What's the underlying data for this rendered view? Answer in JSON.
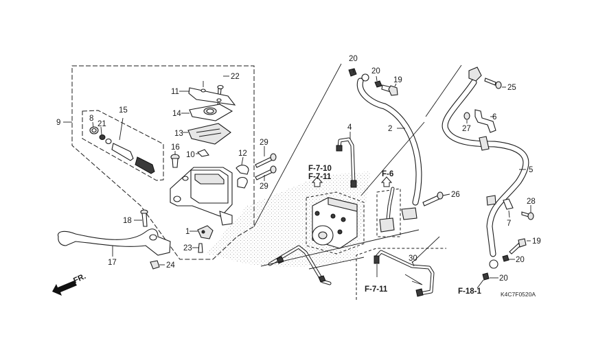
{
  "diagram": {
    "type": "exploded-parts-diagram",
    "subject": "Front brake master cylinder, brake hoses and ABS modulator",
    "diagram_code": "K4C7F0520A",
    "direction_indicator": "FR."
  },
  "callouts": [
    {
      "id": "c1",
      "number": "1",
      "part": "switch"
    },
    {
      "id": "c2",
      "number": "2",
      "part": "brake-hose-upper"
    },
    {
      "id": "c4",
      "number": "4",
      "part": "brake-pipe-short"
    },
    {
      "id": "c5",
      "number": "5",
      "part": "brake-hose-lower"
    },
    {
      "id": "c6",
      "number": "6",
      "part": "hose-clamp-stay"
    },
    {
      "id": "c7",
      "number": "7",
      "part": "hose-clamp"
    },
    {
      "id": "c8",
      "number": "8",
      "part": "boot"
    },
    {
      "id": "c9",
      "number": "9",
      "part": "master-cylinder-assembly"
    },
    {
      "id": "c10",
      "number": "10",
      "part": "diaphragm-plate"
    },
    {
      "id": "c11",
      "number": "11",
      "part": "reservoir-cap"
    },
    {
      "id": "c12",
      "number": "12",
      "part": "master-cylinder-holder"
    },
    {
      "id": "c13",
      "number": "13",
      "part": "plate-float"
    },
    {
      "id": "c14",
      "number": "14",
      "part": "diaphragm"
    },
    {
      "id": "c15",
      "number": "15",
      "part": "piston-set"
    },
    {
      "id": "c16",
      "number": "16",
      "part": "lever-pivot-bolt"
    },
    {
      "id": "c17",
      "number": "17",
      "part": "brake-lever"
    },
    {
      "id": "c18",
      "number": "18",
      "part": "lever-pivot-screw"
    },
    {
      "id": "c19a",
      "number": "19",
      "part": "oil-bolt-upper"
    },
    {
      "id": "c19b",
      "number": "19",
      "part": "oil-bolt-lower"
    },
    {
      "id": "c20a",
      "number": "20",
      "part": "sealing-washer"
    },
    {
      "id": "c20b",
      "number": "20",
      "part": "sealing-washer"
    },
    {
      "id": "c20c",
      "number": "20",
      "part": "sealing-washer"
    },
    {
      "id": "c20d",
      "number": "20",
      "part": "sealing-washer"
    },
    {
      "id": "c21",
      "number": "21",
      "part": "circlip"
    },
    {
      "id": "c22",
      "number": "22",
      "part": "cap-screw"
    },
    {
      "id": "c23",
      "number": "23",
      "part": "switch-screw"
    },
    {
      "id": "c24",
      "number": "24",
      "part": "lever-nut"
    },
    {
      "id": "c25",
      "number": "25",
      "part": "joint-bolt"
    },
    {
      "id": "c26",
      "number": "26",
      "part": "joint-bolt"
    },
    {
      "id": "c27",
      "number": "27",
      "part": "stay-bolt"
    },
    {
      "id": "c28",
      "number": "28",
      "part": "clamp-bolt"
    },
    {
      "id": "c29a",
      "number": "29",
      "part": "holder-bolt"
    },
    {
      "id": "c29b",
      "number": "29",
      "part": "holder-bolt"
    },
    {
      "id": "c30",
      "number": "30",
      "part": "brake-pipe-long"
    }
  ],
  "references": [
    {
      "id": "r1",
      "label": "F-7-10"
    },
    {
      "id": "r2",
      "label": "F-7-11"
    },
    {
      "id": "r3",
      "label": "F-6"
    },
    {
      "id": "r4",
      "label": "F-7-11"
    },
    {
      "id": "r5",
      "label": "F-18-1"
    }
  ]
}
